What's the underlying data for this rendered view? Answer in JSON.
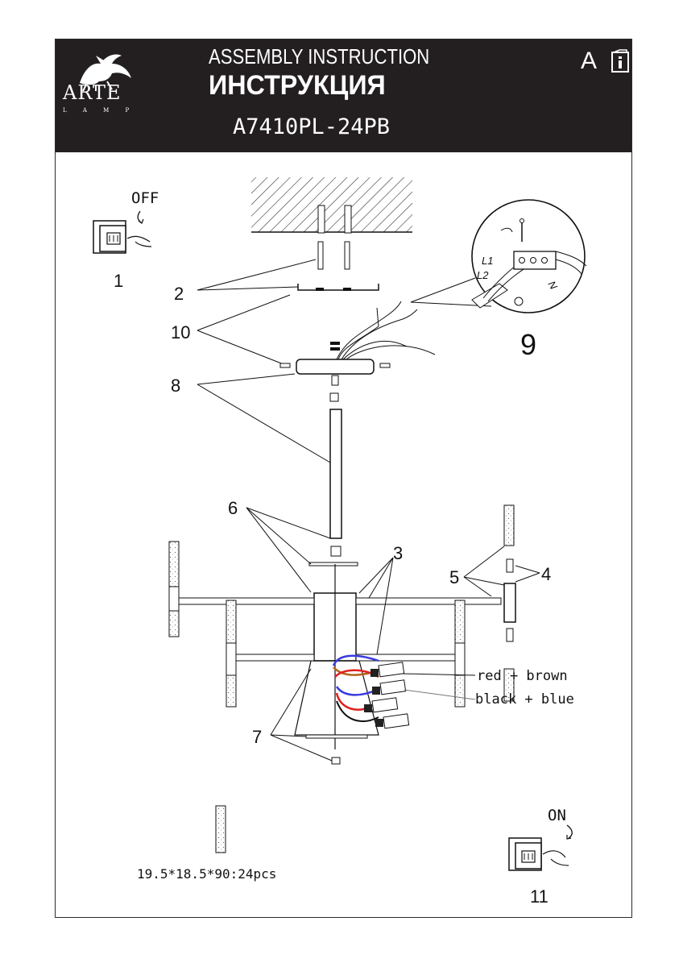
{
  "header": {
    "brand": "ARTE",
    "brand_sub": "L A M P",
    "title_en": "ASSEMBLY INSTRUCTION",
    "title_ru": "ИНСТРУКЦИЯ",
    "model": "A7410PL-24PB",
    "lang_badge": "A",
    "info_icon": "info-book-icon"
  },
  "steps": {
    "off_label": "OFF",
    "on_label": "ON",
    "n1": "1",
    "n2": "2",
    "n3": "3",
    "n4": "4",
    "n5": "5",
    "n6": "6",
    "n7": "7",
    "n8": "8",
    "n9": "9",
    "n10": "10",
    "n11": "11"
  },
  "wiring": {
    "l1": "L1",
    "l2": "L2",
    "n": "N",
    "red_brown": "red + brown",
    "black_blue": "black + blue"
  },
  "part_spec": "19.5*18.5*90:24pcs",
  "colors": {
    "header_bg": "#231f20",
    "wire_red": "#e02020",
    "wire_blue": "#3a3adf",
    "wire_brown": "#b5651d"
  }
}
